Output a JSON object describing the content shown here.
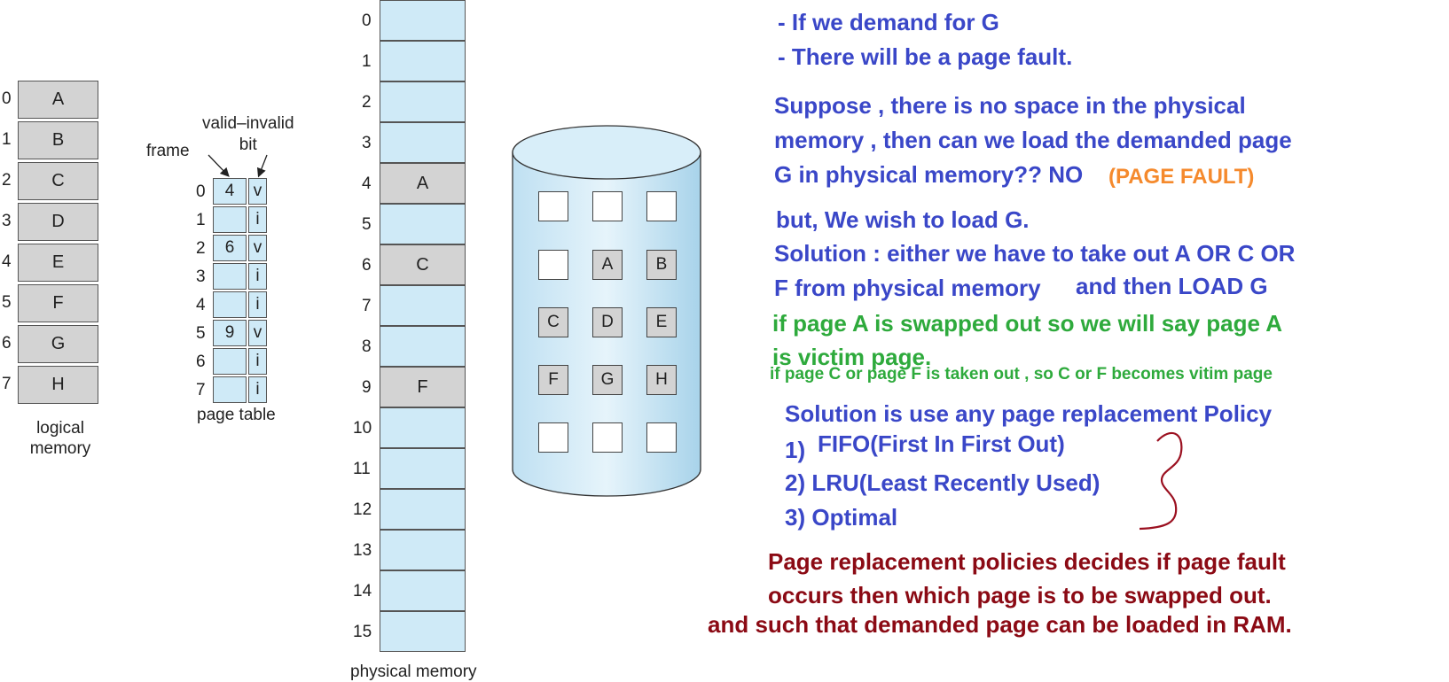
{
  "logical_memory": {
    "indices": [
      "0",
      "1",
      "2",
      "3",
      "4",
      "5",
      "6",
      "7"
    ],
    "pages": [
      "A",
      "B",
      "C",
      "D",
      "E",
      "F",
      "G",
      "H"
    ],
    "label_line1": "logical",
    "label_line2": "memory"
  },
  "page_table": {
    "indices": [
      "0",
      "1",
      "2",
      "3",
      "4",
      "5",
      "6",
      "7"
    ],
    "frames": [
      "4",
      "",
      "6",
      "",
      "",
      "9",
      "",
      ""
    ],
    "bits": [
      "v",
      "i",
      "v",
      "i",
      "i",
      "v",
      "i",
      "i"
    ],
    "label": "page table",
    "frame_label": "frame",
    "valid_label_line1": "valid–invalid",
    "valid_label_line2": "bit"
  },
  "physical_memory": {
    "indices": [
      "0",
      "1",
      "2",
      "3",
      "4",
      "5",
      "6",
      "7",
      "8",
      "9",
      "10",
      "11",
      "12",
      "13",
      "14",
      "15"
    ],
    "contents": [
      "",
      "",
      "",
      "",
      "A",
      "",
      "C",
      "",
      "",
      "F",
      "",
      "",
      "",
      "",
      "",
      ""
    ],
    "label": "physical memory"
  },
  "disk": {
    "rows": [
      [
        "",
        "",
        ""
      ],
      [
        "",
        "A",
        "B"
      ],
      [
        "C",
        "D",
        "E"
      ],
      [
        "F",
        "G",
        "H"
      ],
      [
        "",
        "",
        ""
      ]
    ]
  },
  "notes": {
    "n1": "- If we demand for G",
    "n2": "- There will be a page fault.",
    "n3": "Suppose , there is no space in the physical",
    "n4": "memory , then can we load the demanded page",
    "n5": "G in physical memory?? NO",
    "n5_fault": "(PAGE FAULT)",
    "n6": "but, We wish to load G.",
    "n7": "Solution : either we have to take out A OR C OR",
    "n8": "F from physical memory",
    "n8b": "and then LOAD G",
    "n9": "if page A is swapped out so we will say page A",
    "n10": "is victim page.",
    "n11": "if page C or page F is taken out , so C or F becomes vitim page",
    "n12": "Solution is use any page replacement Policy",
    "p1_num": "1)",
    "p1": "FIFO(First In First Out)",
    "p2": "2) LRU(Least Recently Used)",
    "p3": "3) Optimal",
    "n13": "Page replacement policies decides if page fault",
    "n14": "occurs then which page is to be swapped out.",
    "n15": "and such that demanded page can be loaded in RAM."
  },
  "colors": {
    "blue": "#3a47c8",
    "orange": "#f58a2d",
    "green": "#2eaa3c",
    "maroon": "#8b0a14",
    "light_blue_fill": "#cfeaf7",
    "gray_fill": "#d3d3d3"
  }
}
